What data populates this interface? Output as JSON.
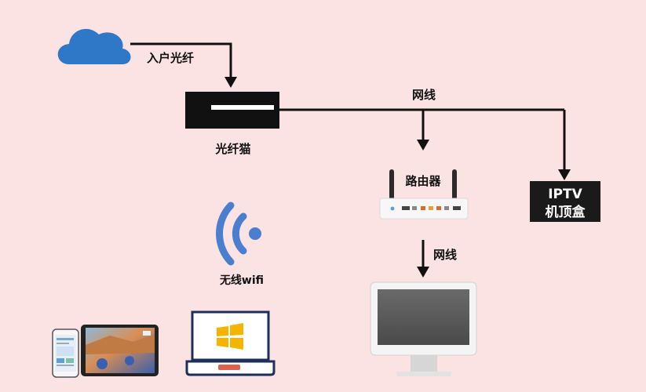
{
  "labels": {
    "fiber_in": "入户光纤",
    "modem": "光纤猫",
    "cable_top": "网线",
    "router": "路由器",
    "iptv_line1": "IPTV",
    "iptv_line2": "机顶盒",
    "cable_bottom": "网线",
    "wifi": "无线wifi"
  },
  "colors": {
    "background": "#fbe3e3",
    "cloud": "#2f77c7",
    "wifi": "#4a7fd0",
    "line": "#111111",
    "modem_body": "#111111",
    "iptv_body": "#1a1a1a"
  },
  "icons": {
    "cloud": "cloud-icon",
    "modem": "modem-icon",
    "router": "router-icon",
    "iptv": "set-top-box-icon",
    "wifi": "wifi-icon",
    "monitor": "monitor-icon",
    "phone": "phone-icon",
    "tablet": "tablet-icon",
    "laptop": "laptop-icon",
    "windows_logo": "windows-logo-icon"
  }
}
